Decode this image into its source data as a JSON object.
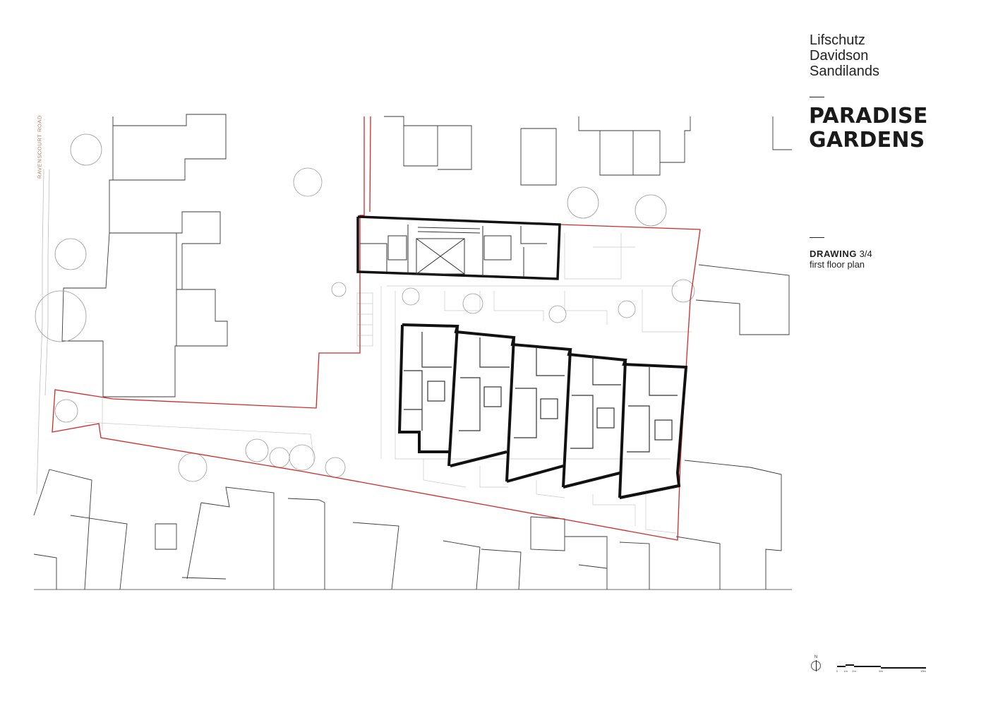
{
  "firm": {
    "line1": "Lifschutz",
    "line2": "Davidson",
    "line3": "Sandilands"
  },
  "project": {
    "title_line1": "PARADISE",
    "title_line2": "GARDENS"
  },
  "drawing": {
    "label": "DRAWING",
    "number": "3/4",
    "name": "first floor plan"
  },
  "site": {
    "road_label": "RAVENSCOURT ROAD",
    "boundary_color": "#d12a2a"
  },
  "north_arrow": {
    "letter": "N"
  },
  "scale_bar": {
    "labels": [
      "0",
      "1m",
      "2m",
      "5m",
      "10m"
    ]
  }
}
